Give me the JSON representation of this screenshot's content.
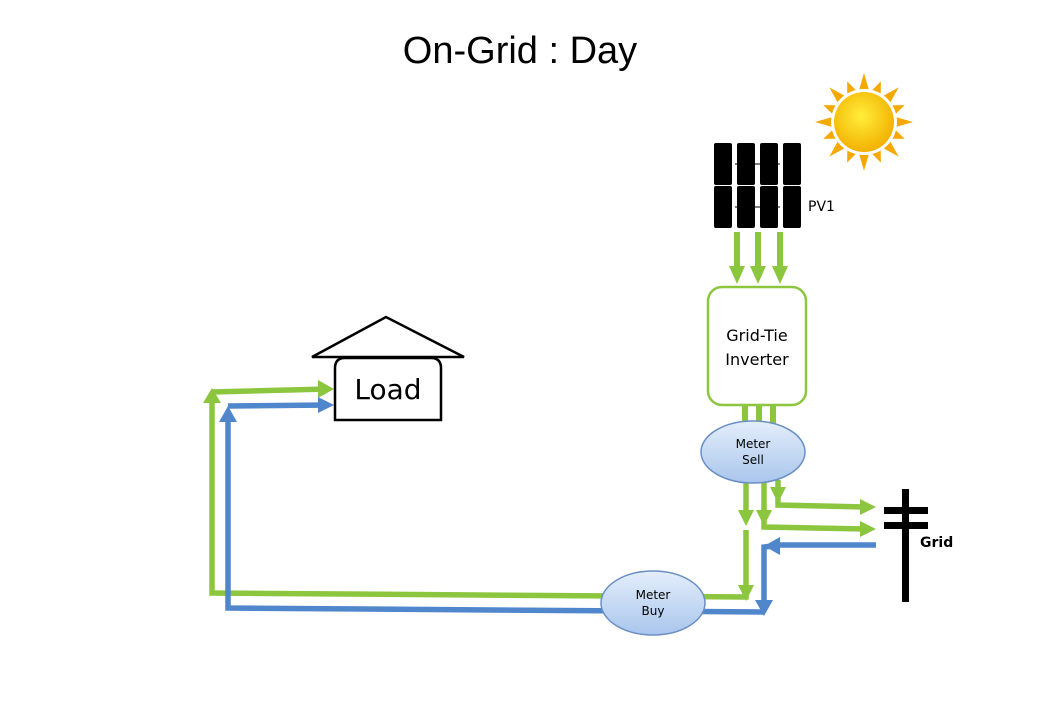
{
  "title": "On-Grid : Day",
  "colors": {
    "pv_flow": "#8cc63f",
    "grid_flow": "#4f86cc",
    "inverter_border": "#8cc63f",
    "meter_fill": "#c7dcf3",
    "meter_border": "#6a8fc4",
    "sun": "#f7b500"
  },
  "nodes": {
    "pv": {
      "label": "PV1"
    },
    "sun": {
      "label": ""
    },
    "inverter": {
      "line1": "Grid-Tie",
      "line2": "Inverter"
    },
    "meter_sell": {
      "line1": "Meter",
      "line2": "Sell"
    },
    "meter_buy": {
      "line1": "Meter",
      "line2": "Buy"
    },
    "load": {
      "label": "Load"
    },
    "grid": {
      "label": "Grid"
    }
  },
  "flows": [
    {
      "from": "pv",
      "to": "inverter",
      "type": "pv",
      "count": 3
    },
    {
      "from": "inverter",
      "to": "meter_sell",
      "type": "pv",
      "count": 3
    },
    {
      "from": "meter_sell",
      "to": "grid",
      "type": "pv",
      "count": 2
    },
    {
      "from": "meter_sell",
      "to": "meter_buy",
      "type": "pv"
    },
    {
      "from": "meter_buy",
      "to": "load",
      "type": "pv"
    },
    {
      "from": "grid",
      "to": "meter_buy",
      "type": "grid"
    },
    {
      "from": "meter_buy",
      "to": "load",
      "type": "grid"
    }
  ]
}
